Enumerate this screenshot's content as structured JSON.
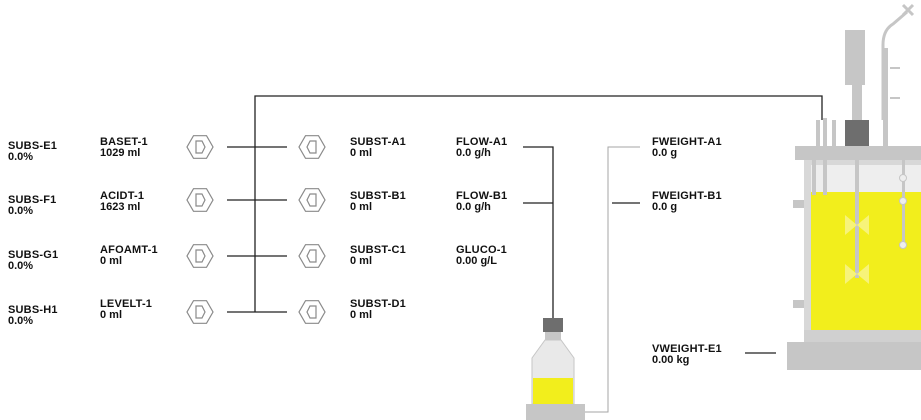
{
  "colors": {
    "line": "#222222",
    "thin_line": "#999999",
    "pump_stroke": "#8a8a8a",
    "vessel_gray": "#c6c6c6",
    "dark_gray": "#6e6e6e",
    "liquid": "#f2ee1c",
    "liquid_light": "#f7f37a"
  },
  "icons": {
    "pump": "peristaltic-pump-icon",
    "bioreactor": "bioreactor-vessel-icon",
    "bottle": "feed-bottle-icon",
    "scale": "weighing-scale-icon"
  },
  "substrate_sensors": [
    {
      "name": "SUBS-E1",
      "value": "0.0%"
    },
    {
      "name": "SUBS-F1",
      "value": "0.0%"
    },
    {
      "name": "SUBS-G1",
      "value": "0.0%"
    },
    {
      "name": "SUBS-H1",
      "value": "0.0%"
    }
  ],
  "left_pumps": [
    {
      "name": "BASET-1",
      "value": "1029 ml"
    },
    {
      "name": "ACIDT-1",
      "value": "1623 ml"
    },
    {
      "name": "AFOAMT-1",
      "value": "0 ml"
    },
    {
      "name": "LEVELT-1",
      "value": "0 ml"
    }
  ],
  "right_pumps": [
    {
      "name": "SUBST-A1",
      "value": "0 ml"
    },
    {
      "name": "SUBST-B1",
      "value": "0 ml"
    },
    {
      "name": "SUBST-C1",
      "value": "0 ml"
    },
    {
      "name": "SUBST-D1",
      "value": "0 ml"
    }
  ],
  "flow": [
    {
      "name": "FLOW-A1",
      "value": "0.0 g/h"
    },
    {
      "name": "FLOW-B1",
      "value": "0.0 g/h"
    },
    {
      "name": "GLUCO-1",
      "value": "0.00 g/L"
    }
  ],
  "feed_weights": [
    {
      "name": "FWEIGHT-A1",
      "value": "0.0 g"
    },
    {
      "name": "FWEIGHT-B1",
      "value": "0.0 g"
    }
  ],
  "vessel_weight": {
    "name": "VWEIGHT-E1",
    "value": "0.00 kg"
  }
}
